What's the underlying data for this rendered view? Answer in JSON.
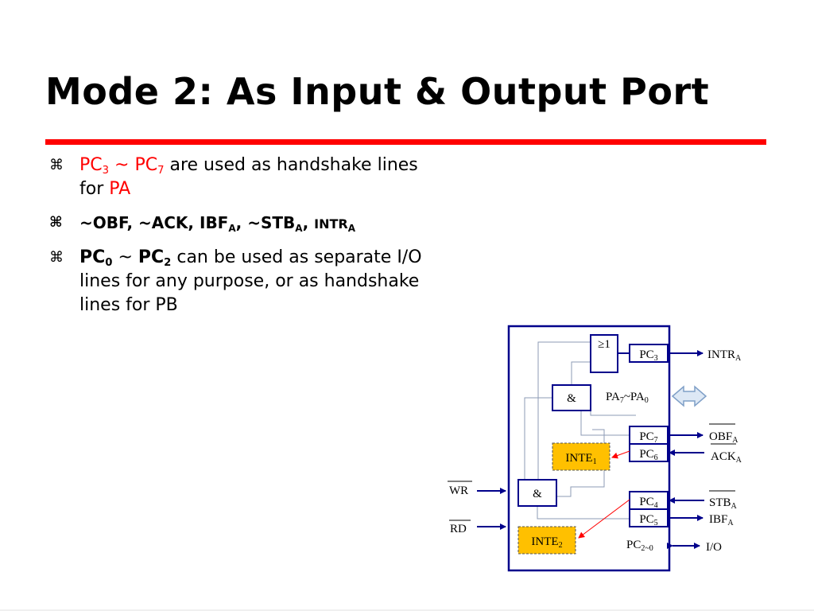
{
  "title": "Mode 2: As Input & Output Port",
  "bullet_symbol": "⌘",
  "bullets": [
    {
      "pc_a": "PC",
      "sub_a": "3",
      "tilde": " ~ ",
      "pc_b": "PC",
      "sub_b": "7",
      "rest1": " are used as handshake lines",
      "rest2": "for ",
      "pa": "PA"
    },
    {
      "t1": "~OBF, ~ACK, ",
      "t2": "IBF",
      "s2": "A",
      "t3": ", ~STB",
      "s3": "A",
      "t4": ", ",
      "t5": "INTR",
      "s5": "A"
    },
    {
      "pc_a": "PC",
      "sub_a": "0",
      "tilde": " ~ ",
      "pc_b": "PC",
      "sub_b": "2",
      "line1": " can be used as separate I/O",
      "line2": "lines for any purpose, or as handshake",
      "line3": "lines for PB"
    }
  ],
  "diagram": {
    "or_gate": "≥1",
    "and_gate_1": "&",
    "and_gate_2": "&",
    "inte1": "INTE",
    "inte1_sub": "1",
    "inte2": "INTE",
    "inte2_sub": "2",
    "pc3": "PC",
    "pc3_sub": "3",
    "pc7": "PC",
    "pc7_sub": "7",
    "pc6": "PC",
    "pc6_sub": "6",
    "pc4": "PC",
    "pc4_sub": "4",
    "pc5": "PC",
    "pc5_sub": "5",
    "pa_range": "PA",
    "pa_sub1": "7",
    "pa_mid": "~PA",
    "pa_sub2": "0",
    "pc20": "PC",
    "pc20_sub": "2~0",
    "intr": "INTR",
    "intr_sub": "A",
    "obf": "OBF",
    "obf_sub": "A",
    "ack": "ACK",
    "ack_sub": "A",
    "stb": "STB",
    "stb_sub": "A",
    "ibf": "IBF",
    "ibf_sub": "A",
    "io": "I/O",
    "wr": "WR",
    "rd": "RD",
    "colors": {
      "block": "#00008b",
      "inte_fill": "#ffc000",
      "red_arrow": "#ff0000",
      "wire": "#8c9bb5"
    }
  }
}
